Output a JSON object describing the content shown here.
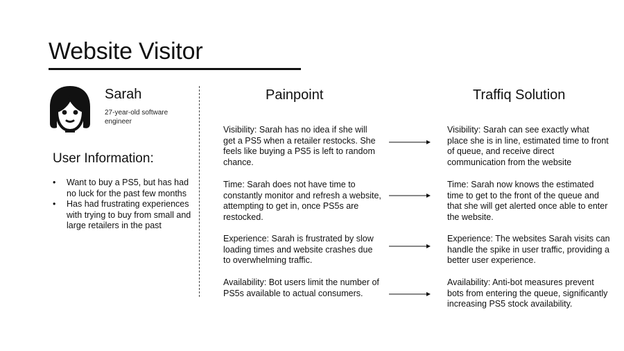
{
  "page": {
    "title": "Website Visitor"
  },
  "user": {
    "avatar_icon": "woman-avatar-icon",
    "name": "Sarah",
    "role": "27-year-old software engineer"
  },
  "user_info": {
    "heading": "User Information:",
    "items": [
      "Want to buy a PS5, but has had no luck for the past few months",
      "Has had frustrating experiences with trying to buy from small and large retailers in the past"
    ]
  },
  "columns": {
    "painpoint_heading": "Painpoint",
    "solution_heading": "Traffiq Solution"
  },
  "rows": [
    {
      "pain_label": "Visibility",
      "pain_text": ": Sarah has no idea if she will get a PS5 when a retailer restocks. She feels like buying a PS5 is left to random chance.",
      "solution_label": "Visibility",
      "solution_text": ": Sarah can see exactly what place she is in line, estimated time to front of queue, and receive direct communication from the website"
    },
    {
      "pain_label": "Time",
      "pain_text": ": Sarah does not have time to constantly monitor and refresh a website, attempting to get in, once PS5s are restocked.",
      "solution_label": "Time",
      "solution_text": ": Sarah now knows the estimated time to get to the front of the queue and that she will get alerted once able to enter the website."
    },
    {
      "pain_label": "Experience",
      "pain_text": ": Sarah is frustrated by slow loading times and website crashes due to overwhelming traffic.",
      "solution_label": "Experience",
      "solution_text": ": The websites Sarah visits can handle the spike in user traffic, providing a better user experience."
    },
    {
      "pain_label": "Availability:",
      "pain_text": " Bot users limit the number of PS5s available to actual consumers.",
      "solution_label": "Availability",
      "solution_text": ": Anti-bot measures prevent bots from entering the queue, significantly increasing PS5 stock availability."
    }
  ]
}
